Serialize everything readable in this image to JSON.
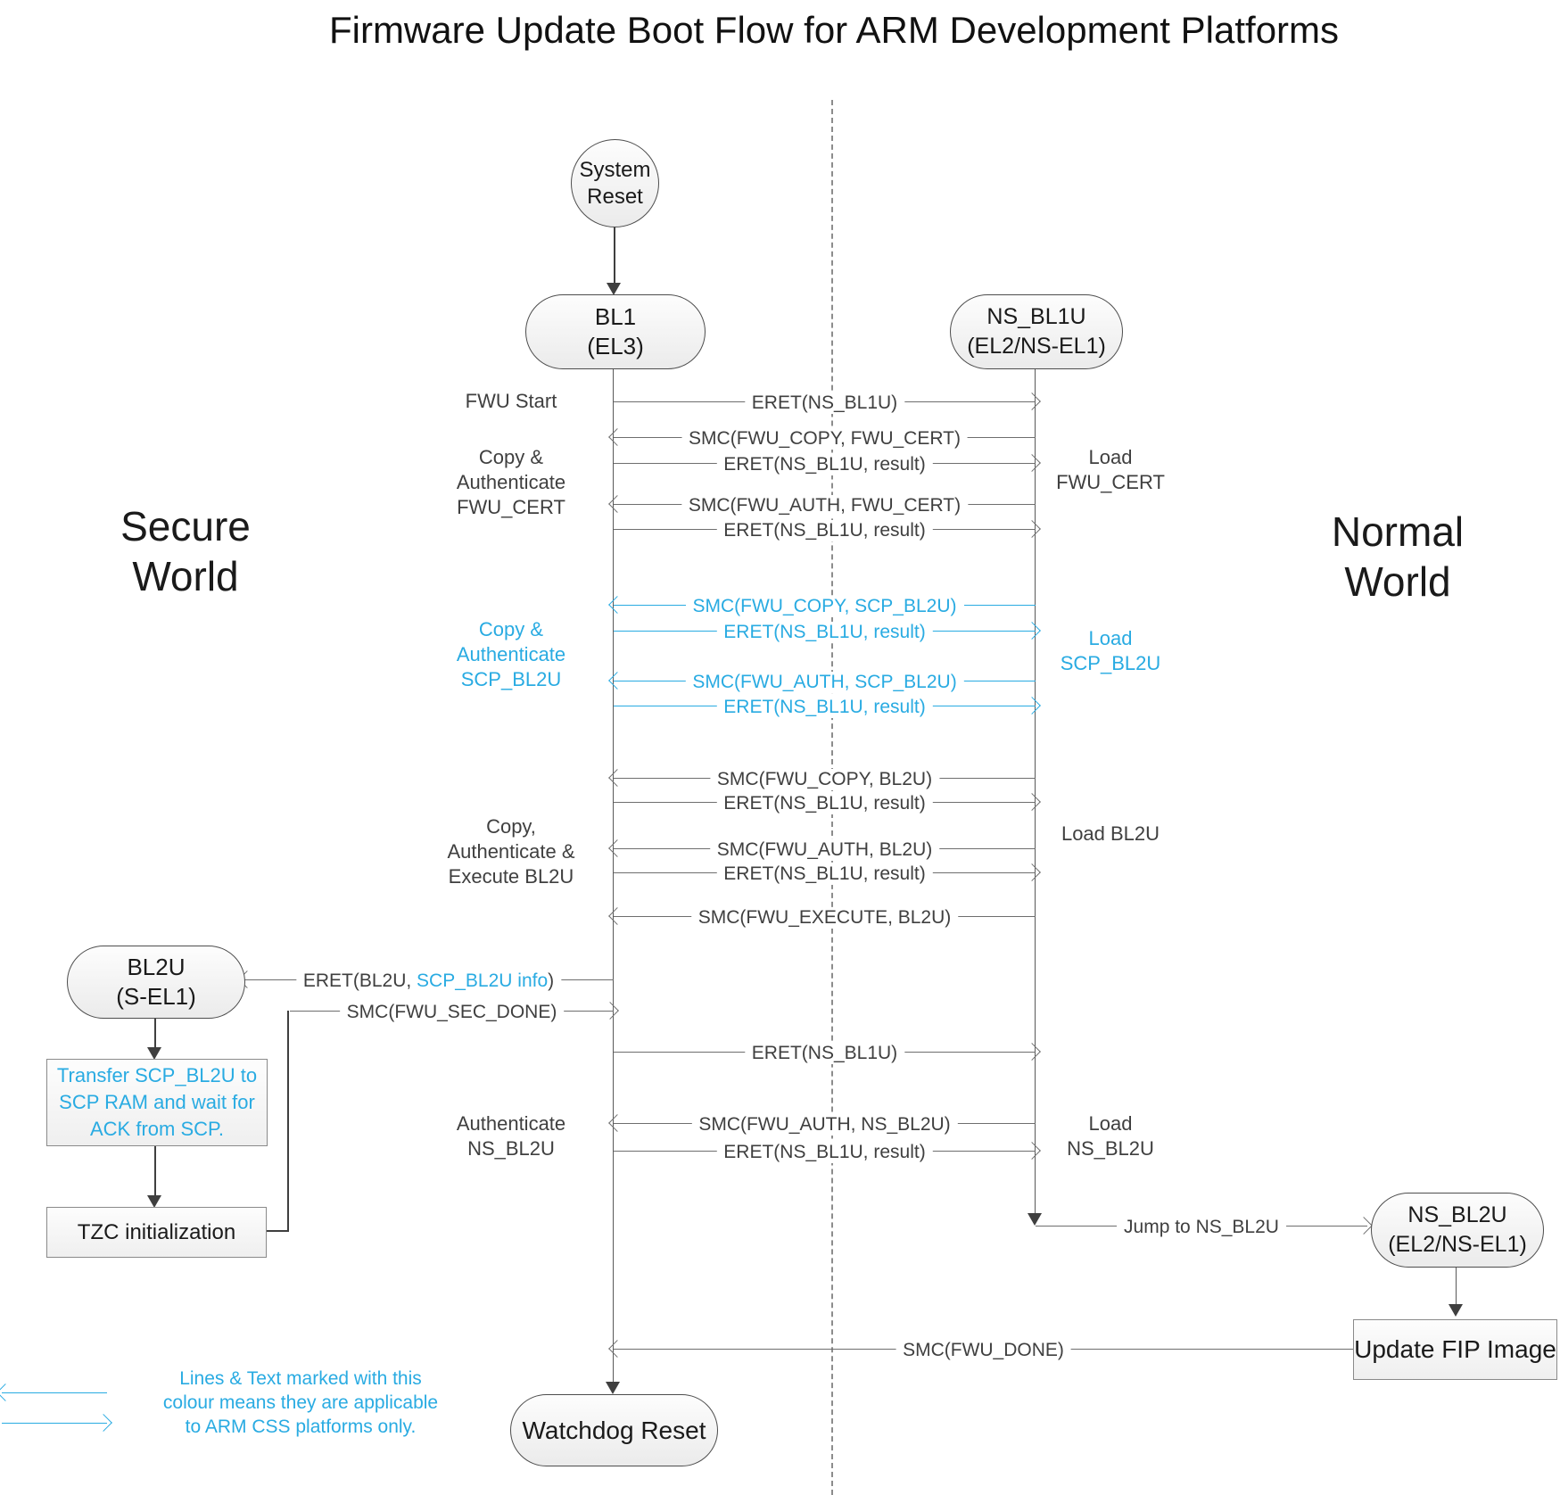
{
  "title": "Firmware Update Boot Flow for ARM Development Platforms",
  "world_labels": {
    "secure": "Secure\nWorld",
    "normal": "Normal\nWorld"
  },
  "nodes": {
    "system_reset": "System\nReset",
    "bl1": "BL1\n(EL3)",
    "ns_bl1u": "NS_BL1U\n(EL2/NS-EL1)",
    "bl2u": "BL2U\n(S-EL1)",
    "transfer_scp": "Transfer SCP_BL2U to\nSCP RAM and wait for\nACK from SCP.",
    "tzc_init": "TZC initialization",
    "ns_bl2u": "NS_BL2U\n(EL2/NS-EL1)",
    "update_fip": "Update FIP Image",
    "watchdog_reset": "Watchdog Reset"
  },
  "stage_labels": {
    "fwu_start": "FWU Start",
    "copy_auth_fwu_cert": "Copy &\nAuthenticate\nFWU_CERT",
    "copy_auth_scp_bl2u": "Copy &\nAuthenticate\nSCP_BL2U",
    "copy_auth_exec_bl2u": "Copy,\nAuthenticate &\nExecute BL2U",
    "auth_ns_bl2u": "Authenticate\nNS_BL2U",
    "load_fwu_cert": "Load\nFWU_CERT",
    "load_scp_bl2u": "Load\nSCP_BL2U",
    "load_bl2u": "Load BL2U",
    "load_ns_bl2u": "Load\nNS_BL2U"
  },
  "messages": {
    "eret_ns_bl1u_1": "ERET(NS_BL1U)",
    "smc_copy_fwu_cert": "SMC(FWU_COPY, FWU_CERT)",
    "eret_result_1": "ERET(NS_BL1U, result)",
    "smc_auth_fwu_cert": "SMC(FWU_AUTH, FWU_CERT)",
    "eret_result_2": "ERET(NS_BL1U, result)",
    "smc_copy_scp_bl2u": "SMC(FWU_COPY, SCP_BL2U)",
    "eret_result_3": "ERET(NS_BL1U, result)",
    "smc_auth_scp_bl2u": "SMC(FWU_AUTH, SCP_BL2U)",
    "eret_result_4": "ERET(NS_BL1U, result)",
    "smc_copy_bl2u": "SMC(FWU_COPY, BL2U)",
    "eret_result_5": "ERET(NS_BL1U, result)",
    "smc_auth_bl2u": "SMC(FWU_AUTH, BL2U)",
    "eret_result_6": "ERET(NS_BL1U, result)",
    "smc_execute_bl2u": "SMC(FWU_EXECUTE, BL2U)",
    "eret_bl2u_prefix": "ERET(BL2U, ",
    "eret_bl2u_blue": "SCP_BL2U info",
    "eret_bl2u_suffix": ")",
    "smc_sec_done": "SMC(FWU_SEC_DONE)",
    "eret_ns_bl1u_2": "ERET(NS_BL1U)",
    "smc_auth_ns_bl2u": "SMC(FWU_AUTH, NS_BL2U)",
    "eret_result_7": "ERET(NS_BL1U, result)",
    "jump_ns_bl2u": "Jump to NS_BL2U",
    "smc_fwu_done": "SMC(FWU_DONE)"
  },
  "legend": {
    "text": "Lines & Text marked with this\ncolour means they are applicable\nto ARM CSS platforms only."
  },
  "colors": {
    "css_platform_blue": "#29ABE2",
    "line_gray": "#6e6e6e",
    "text_dark": "#3f3f3f"
  }
}
